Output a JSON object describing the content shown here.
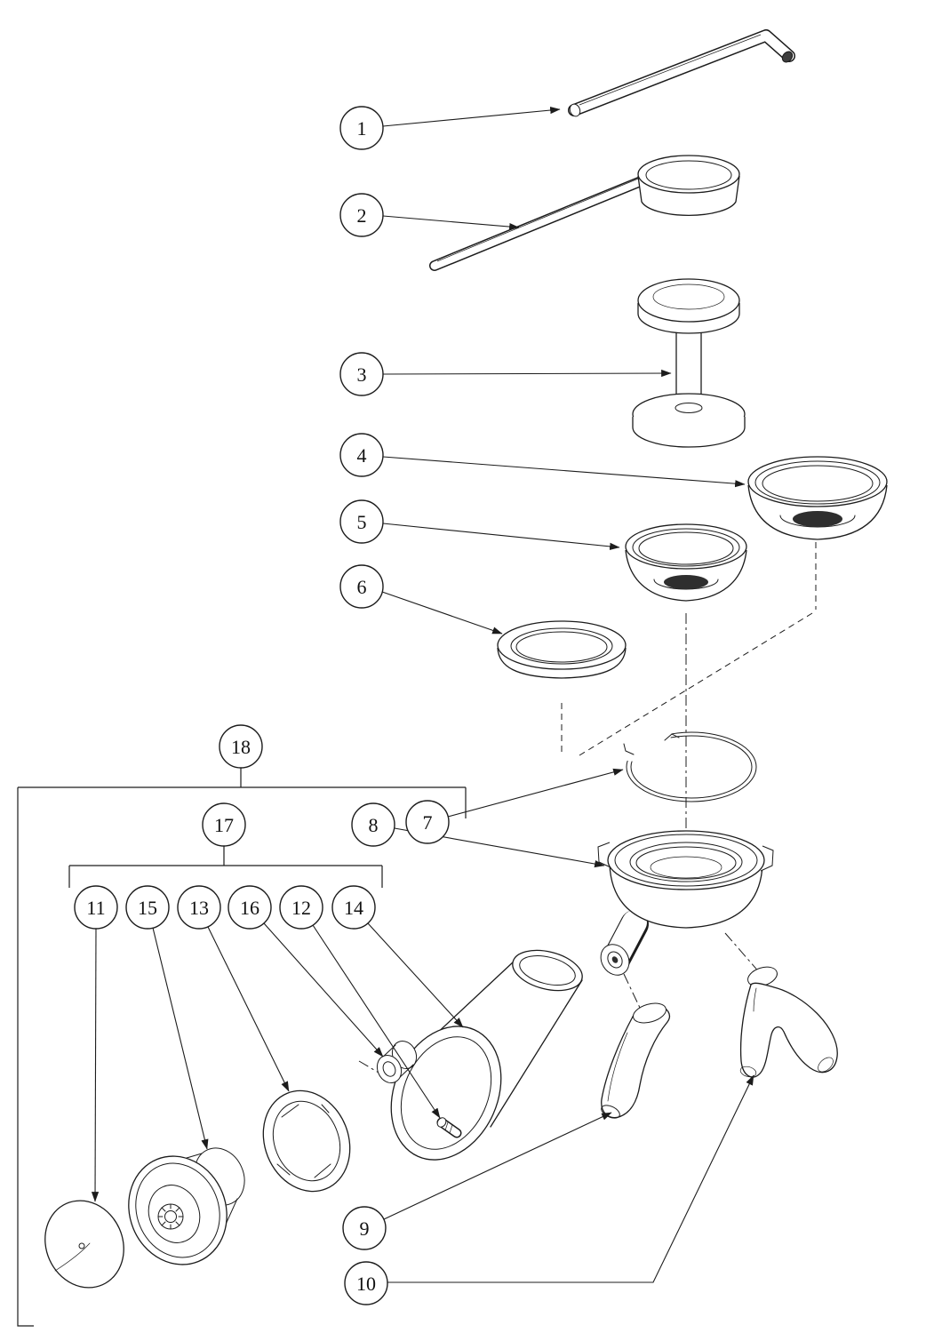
{
  "diagram": {
    "kind": "exploded-parts-diagram",
    "background_color": "#ffffff",
    "line_color": "#1c1c1c",
    "callouts": [
      {
        "label": "1",
        "points_to": "hex-key-tool"
      },
      {
        "label": "2",
        "points_to": "measuring-scoop"
      },
      {
        "label": "3",
        "points_to": "coffee-tamper"
      },
      {
        "label": "4",
        "points_to": "two-cup-filter-basket"
      },
      {
        "label": "5",
        "points_to": "one-cup-filter-basket"
      },
      {
        "label": "6",
        "points_to": "adapter-ring"
      },
      {
        "label": "7",
        "points_to": "retaining-spring-clip"
      },
      {
        "label": "8",
        "points_to": "portafilter-body"
      },
      {
        "label": "9",
        "points_to": "single-spout"
      },
      {
        "label": "10",
        "points_to": "double-spout"
      },
      {
        "label": "11",
        "points_to": "membrane-disc"
      },
      {
        "label": "12",
        "points_to": "fastening-screw"
      },
      {
        "label": "13",
        "points_to": "retaining-plate"
      },
      {
        "label": "14",
        "points_to": "spout-funnel"
      },
      {
        "label": "15",
        "points_to": "crema-valve-assembly"
      },
      {
        "label": "16",
        "points_to": "outlet-tube"
      },
      {
        "label": "17",
        "points_to": "valve-parts-group"
      },
      {
        "label": "18",
        "points_to": "funnel-assembly-group"
      }
    ],
    "groups": [
      {
        "label": "17",
        "members": [
          "11",
          "15",
          "13",
          "16",
          "12",
          "14"
        ]
      },
      {
        "label": "18",
        "members": [
          "11",
          "12",
          "13",
          "14",
          "15",
          "16",
          "17"
        ]
      }
    ]
  }
}
